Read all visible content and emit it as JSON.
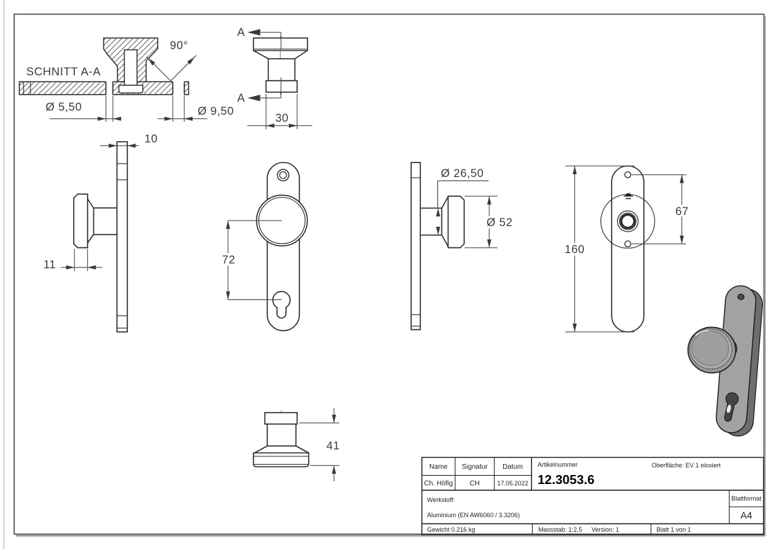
{
  "page": {
    "background": "#ffffff"
  },
  "colors": {
    "line": "#2e2e2e",
    "dim_line": "#3c3c3c",
    "text": "#3a3a3a",
    "frame": "#4a4a4a",
    "frame_shadow": "#9a9a9a",
    "render_gray": "#989898"
  },
  "views": {
    "section": {
      "label": "SCHNITT A-A",
      "dim_hole_small": "Ø 5,50",
      "dim_hole_large": "Ø 9,50",
      "dim_angle": "90°"
    },
    "knob_top": {
      "cut_label": "A",
      "dim_width": "30"
    },
    "side_left": {
      "dim_plate_thickness": "10",
      "dim_knob_face": "11"
    },
    "front": {
      "dim_centers": "72"
    },
    "side_right": {
      "dim_neck": "Ø 26,50",
      "dim_knob": "Ø 52"
    },
    "back": {
      "dim_height": "160",
      "dim_holes": "67"
    },
    "knob_bottom": {
      "dim_height": "41"
    }
  },
  "title_block": {
    "name_label": "Name",
    "signature_label": "Signatur",
    "date_label": "Datum",
    "name_value": "Ch. Höfig",
    "signature_value": "CH",
    "date_value": "17.05.2022",
    "article_label": "Artikelnummer",
    "article_number": "12.3053.6",
    "surface_label": "Oberfläche:  EV 1 eloxiert",
    "material_label": "Werkstoff:",
    "material_value": "Aluminium (EN AW6060 / 3.3206)",
    "sheet_format_label": "Blattformat",
    "sheet_format_value": "A4",
    "weight": "Gewicht 0.216 kg",
    "scale": "Massstab: 1:2.5",
    "version": "Version: 1",
    "sheet": "Blatt 1 von 1"
  }
}
